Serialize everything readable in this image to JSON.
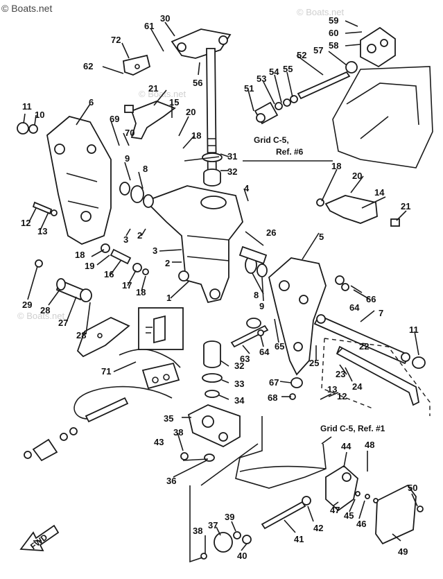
{
  "watermarks": {
    "main": "© Boats.net",
    "faint_top": "© Boats.net",
    "faint_mid": "© Boats.net",
    "faint_left": "© Boats.net"
  },
  "notes": {
    "grid_c5_ref6_line1": "Grid C-5,",
    "grid_c5_ref6_line2": "Ref. #6",
    "grid_c5_ref1": "Grid C-5, Ref. #1",
    "fwd": "FWD"
  },
  "callouts": {
    "n1": "1",
    "n2a": "2",
    "n2b": "2",
    "n3a": "3",
    "n3b": "3",
    "n4": "4",
    "n5": "5",
    "n6": "6",
    "n7": "7",
    "n8a": "8",
    "n8b": "8",
    "n9a": "9",
    "n9b": "9",
    "n10": "10",
    "n11a": "11",
    "n11b": "11",
    "n12a": "12",
    "n12b": "12",
    "n13a": "13",
    "n13b": "13",
    "n14": "14",
    "n15": "15",
    "n16": "16",
    "n17": "17",
    "n18a": "18",
    "n18b": "18",
    "n18c": "18",
    "n18d": "18",
    "n19": "19",
    "n20a": "20",
    "n20b": "20",
    "n21a": "21",
    "n21b": "21",
    "n22": "22",
    "n23": "23",
    "n24": "24",
    "n25": "25",
    "n26": "26",
    "n27": "27",
    "n28a": "28",
    "n28b": "28",
    "n29": "29",
    "n30": "30",
    "n31": "31",
    "n32a": "32",
    "n32b": "32",
    "n33": "33",
    "n34": "34",
    "n35": "35",
    "n36": "36",
    "n37": "37",
    "n38a": "38",
    "n38b": "38",
    "n39": "39",
    "n40": "40",
    "n41": "41",
    "n42": "42",
    "n43": "43",
    "n44": "44",
    "n45": "45",
    "n46": "46",
    "n47": "47",
    "n48": "48",
    "n49": "49",
    "n50": "50",
    "n51": "51",
    "n52": "52",
    "n53": "53",
    "n54": "54",
    "n55": "55",
    "n56": "56",
    "n57": "57",
    "n58": "58",
    "n59": "59",
    "n60": "60",
    "n61": "61",
    "n62": "62",
    "n63": "63",
    "n64a": "64",
    "n64b": "64",
    "n65": "65",
    "n66": "66",
    "n67": "67",
    "n68": "68",
    "n69": "69",
    "n70": "70",
    "n71": "71",
    "n72": "72"
  }
}
